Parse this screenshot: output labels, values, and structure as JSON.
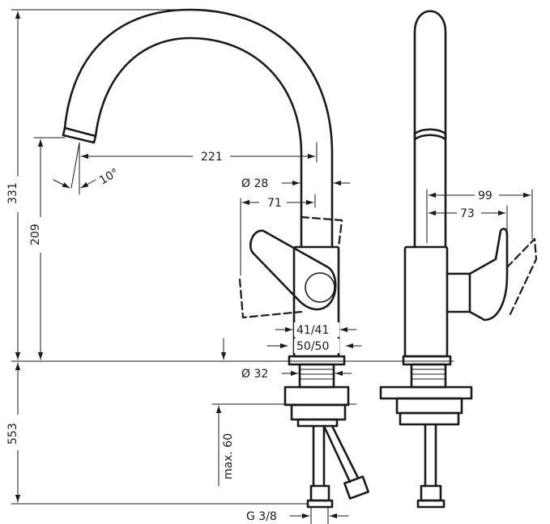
{
  "drawing": {
    "dimensions": {
      "total_height": "331",
      "spout_height": "209",
      "below_deck": "553",
      "reach": "221",
      "spout_angle": "10°",
      "spout_diameter": "Ø 28",
      "handle_offset": "71",
      "base_width_top": "41/41",
      "base_width_bottom": "50/50",
      "shank_diameter": "Ø 32",
      "max_deck_thickness": "max. 60",
      "connection_thread": "G 3/8",
      "side_handle_reach_outer": "99",
      "side_handle_reach_inner": "73"
    }
  }
}
